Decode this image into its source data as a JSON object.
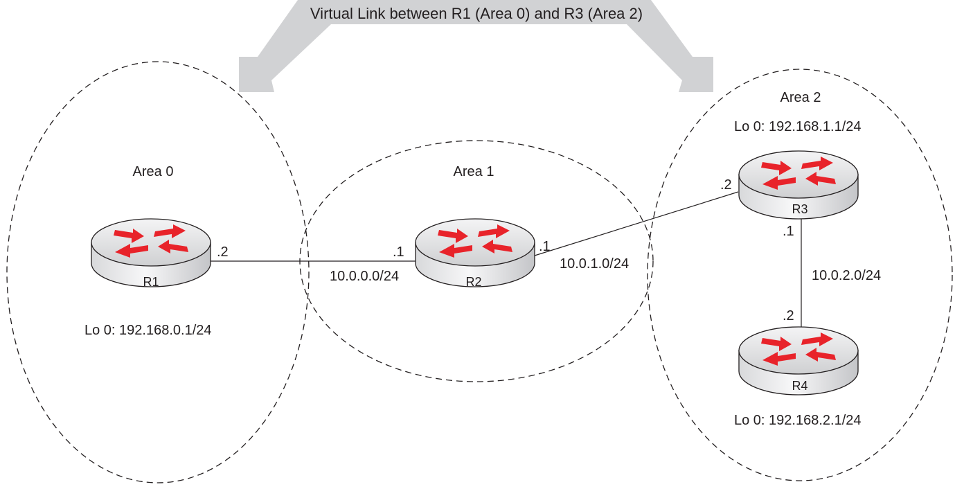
{
  "colors": {
    "arrow": "#d1d2d4",
    "router_arrow": "#e8232a",
    "router_body": "#e9eaec",
    "outline": "#231f20"
  },
  "virtual_link": {
    "label": "Virtual Link between R1 (Area 0) and R3 (Area 2)"
  },
  "areas": [
    {
      "id": "area0",
      "label": "Area 0"
    },
    {
      "id": "area1",
      "label": "Area 1"
    },
    {
      "id": "area2",
      "label": "Area 2"
    }
  ],
  "routers": [
    {
      "id": "r1",
      "name": "R1",
      "icon": "router-icon",
      "loopback": "Lo 0: 192.168.0.1/24"
    },
    {
      "id": "r2",
      "name": "R2",
      "icon": "router-icon"
    },
    {
      "id": "r3",
      "name": "R3",
      "icon": "router-icon",
      "loopback": "Lo 0: 192.168.1.1/24"
    },
    {
      "id": "r4",
      "name": "R4",
      "icon": "router-icon",
      "loopback": "Lo 0: 192.168.2.1/24"
    }
  ],
  "links": [
    {
      "id": "r1-r2",
      "subnet": "10.0.0.0/24",
      "a_if": ".2",
      "b_if": ".1"
    },
    {
      "id": "r2-r3",
      "subnet": "10.0.1.0/24",
      "a_if": ".1",
      "b_if": ".2"
    },
    {
      "id": "r3-r4",
      "subnet": "10.0.2.0/24",
      "a_if": ".1",
      "b_if": ".2"
    }
  ]
}
